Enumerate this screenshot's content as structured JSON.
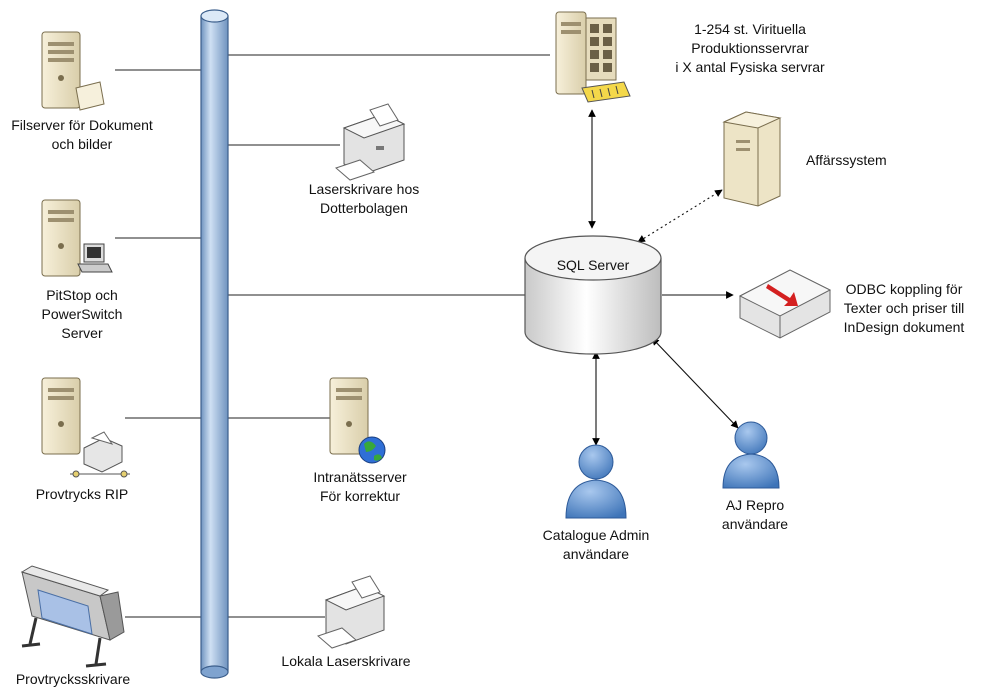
{
  "nodes": {
    "fileserver": {
      "lines": [
        "Filserver för Dokument",
        "och bilder"
      ]
    },
    "laser_sub": {
      "lines": [
        "Laserskrivare hos",
        "Dotterbolagen"
      ]
    },
    "virtual_servers": {
      "lines": [
        "1-254 st. Virituella",
        "Produktionsservrar",
        "i X antal Fysiska servrar"
      ]
    },
    "business_system": {
      "lines": [
        "Affärssystem"
      ]
    },
    "pitstop": {
      "lines": [
        "PitStop och",
        "PowerSwitch",
        "Server"
      ]
    },
    "sql_server": {
      "lines": [
        "SQL Server"
      ]
    },
    "odbc": {
      "lines": [
        "ODBC koppling för",
        "Texter och priser till",
        "InDesign dokument"
      ]
    },
    "proof_rip": {
      "lines": [
        "Provtrycks RIP"
      ]
    },
    "intranet": {
      "lines": [
        "Intranätsserver",
        "För korrektur"
      ]
    },
    "catalogue_admin": {
      "lines": [
        "Catalogue Admin",
        "användare"
      ]
    },
    "aj_repro": {
      "lines": [
        "AJ Repro",
        "användare"
      ]
    },
    "proof_printer": {
      "lines": [
        "Provtrycksskrivare"
      ]
    },
    "local_laser": {
      "lines": [
        "Lokala Laserskrivare"
      ]
    }
  },
  "colors": {
    "backbone": "#9dbce0",
    "server_body": "#efe6c8",
    "person": "#5b8fd0",
    "arrow": "#cc1111"
  }
}
